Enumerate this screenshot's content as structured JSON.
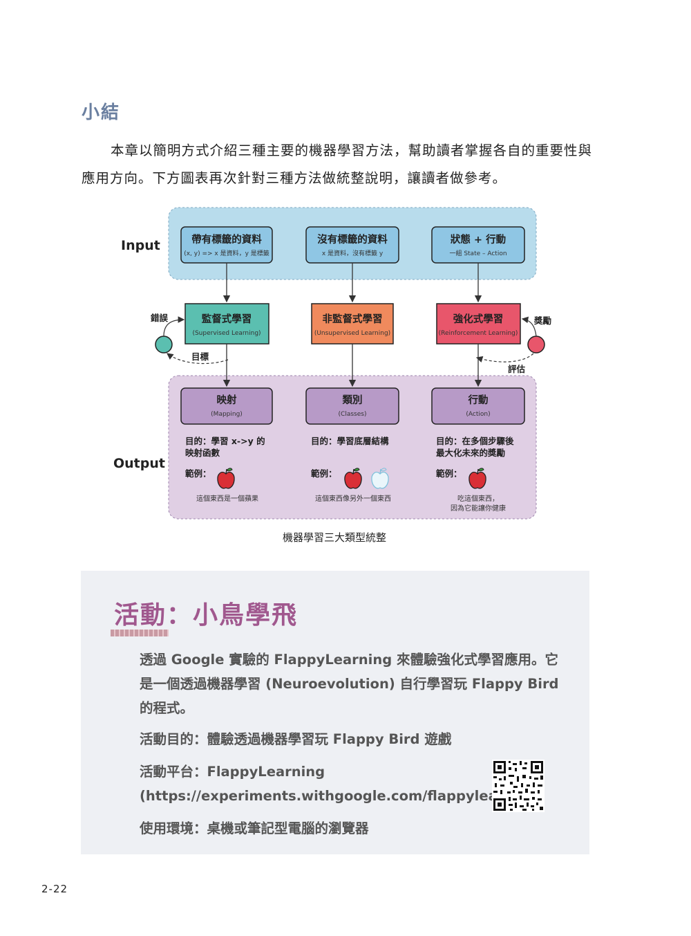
{
  "section": {
    "title": "小結",
    "intro": "本章以簡明方式介紹三種主要的機器學習方法，幫助讀者掌握各自的重要性與應用方向。下方圖表再次針對三種方法做統整說明，讓讀者做參考。"
  },
  "diagram": {
    "input_label": "Input",
    "output_label": "Output",
    "columns": [
      {
        "input_title": "帶有標籤的資料",
        "input_sub": "(x, y) => x 是資料，y 是標籤",
        "method_title": "監督式學習",
        "method_sub": "(Supervised Learning)",
        "output_title": "映射",
        "output_sub": "(Mapping)",
        "purpose_line1": "目的：學習 x->y 的",
        "purpose_line2": "映射函數",
        "example_label": "範例：",
        "example_text1": "這個東西是一個蘋果",
        "example_text2": "",
        "method_color": "#5bbfb0"
      },
      {
        "input_title": "沒有標籤的資料",
        "input_sub": "x 是資料，沒有標籤 y",
        "method_title": "非監督式學習",
        "method_sub": "(Unsupervised Learning)",
        "output_title": "類別",
        "output_sub": "(Classes)",
        "purpose_line1": "目的：學習底層結構",
        "purpose_line2": "",
        "example_label": "範例：",
        "example_text1": "這個東西像另外一個東西",
        "example_text2": "",
        "method_color": "#f08a5d"
      },
      {
        "input_title": "狀態 + 行動",
        "input_sub": "一組 State – Action",
        "method_title": "強化式學習",
        "method_sub": "(Reinforcement Learning)",
        "output_title": "行動",
        "output_sub": "(Action)",
        "purpose_line1": "目的：在多個步驟後",
        "purpose_line2": "最大化未來的獎勵",
        "example_label": "範例：",
        "example_text1": "吃這個東西，",
        "example_text2": "因為它能讓你健康",
        "method_color": "#e8566b"
      }
    ],
    "left_feedback": {
      "top": "錯誤",
      "bottom": "目標"
    },
    "right_feedback": {
      "top": "獎勵",
      "bottom": "評估"
    },
    "caption": "機器學習三大類型統整",
    "colors": {
      "input_band": "#b8dcec",
      "input_box": "#8fc6e4",
      "output_band": "#e0cfe4",
      "output_box": "#b79ac7",
      "left_circle": "#5bbfb0",
      "right_circle": "#e8566b"
    }
  },
  "activity": {
    "title": "活動：小鳥學飛",
    "description": "透過 Google 實驗的 FlappyLearning 來體驗強化式學習應用。它是一個透過機器學習 (Neuroevolution) 自行學習玩 Flappy Bird 的程式。",
    "purpose": "活動目的：體驗透過機器學習玩 Flappy Bird 遊戲",
    "platform_line1": "活動平台：FlappyLearning",
    "platform_line2": "(https://experiments.withgoogle.com/flappylearning)",
    "environment": "使用環境：桌機或筆記型電腦的瀏覽器",
    "colors": {
      "title": "#a0588e",
      "background": "#eef0f4"
    }
  },
  "page_number": "2-22"
}
